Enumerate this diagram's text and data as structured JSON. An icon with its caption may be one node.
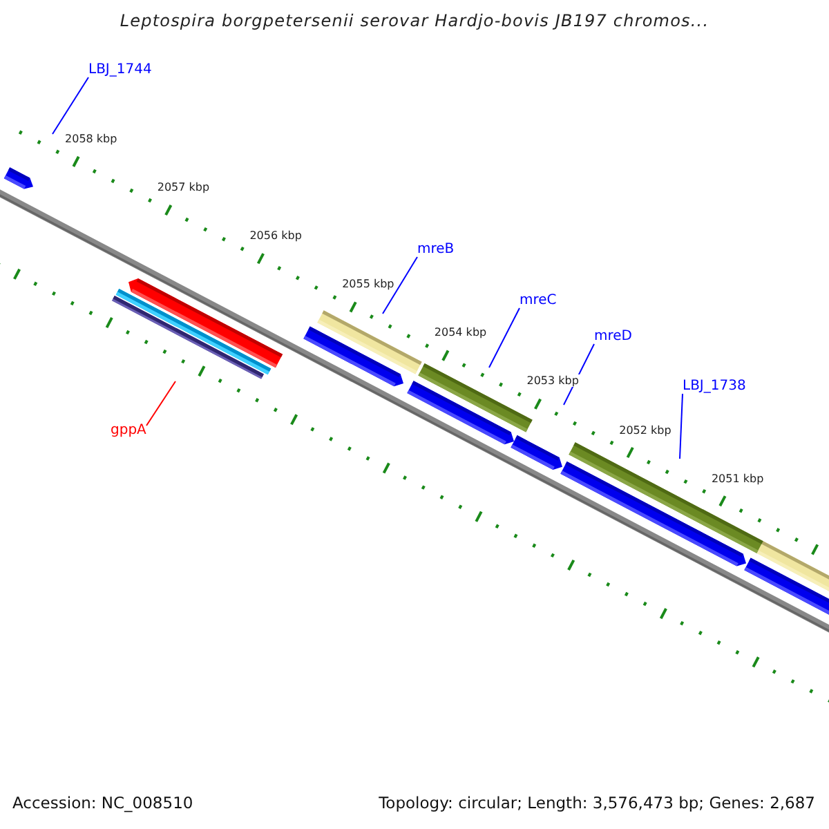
{
  "diagram": {
    "title": "Leptospira borgpetersenii serovar Hardjo-bovis JB197 chromos...",
    "nodes": [
      {
        "text": [
          "LBJ_1744"
        ]
      },
      {
        "text": [
          "mreB"
        ]
      },
      {
        "text": [
          "mreC"
        ]
      },
      {
        "text": [
          "mreD"
        ]
      },
      {
        "text": [
          "LBJ_1738"
        ]
      },
      {
        "text": [
          "gppA"
        ]
      },
      {
        "text": [],
        "shape": "bar"
      },
      {
        "text": [],
        "shape": "bar"
      },
      {
        "text": [],
        "shape": "bar"
      },
      {
        "text": [],
        "shape": "bar"
      }
    ],
    "edges": [
      {
        "from": 0,
        "to": null,
        "arrow": "none"
      },
      {
        "from": 1,
        "to": 6,
        "arrow": "none"
      },
      {
        "from": 2,
        "to": 9,
        "arrow": "none"
      },
      {
        "from": 3,
        "to": null,
        "arrow": "none"
      },
      {
        "from": 4,
        "to": 7,
        "arrow": "none"
      },
      {
        "from": 5,
        "to": 8,
        "arrow": "none",
        "color": "#ff0000"
      }
    ],
    "labels": [
      "2058 kbp",
      "2057 kbp",
      "2056 kbp",
      "2055 kbp",
      "2054 kbp",
      "2053 kbp",
      "2052 kbp",
      "2051 kbp",
      "Accession: NC_008510",
      "Topology: circular; Length: 3,576,473 bp; Genes: 2,687"
    ]
  }
}
